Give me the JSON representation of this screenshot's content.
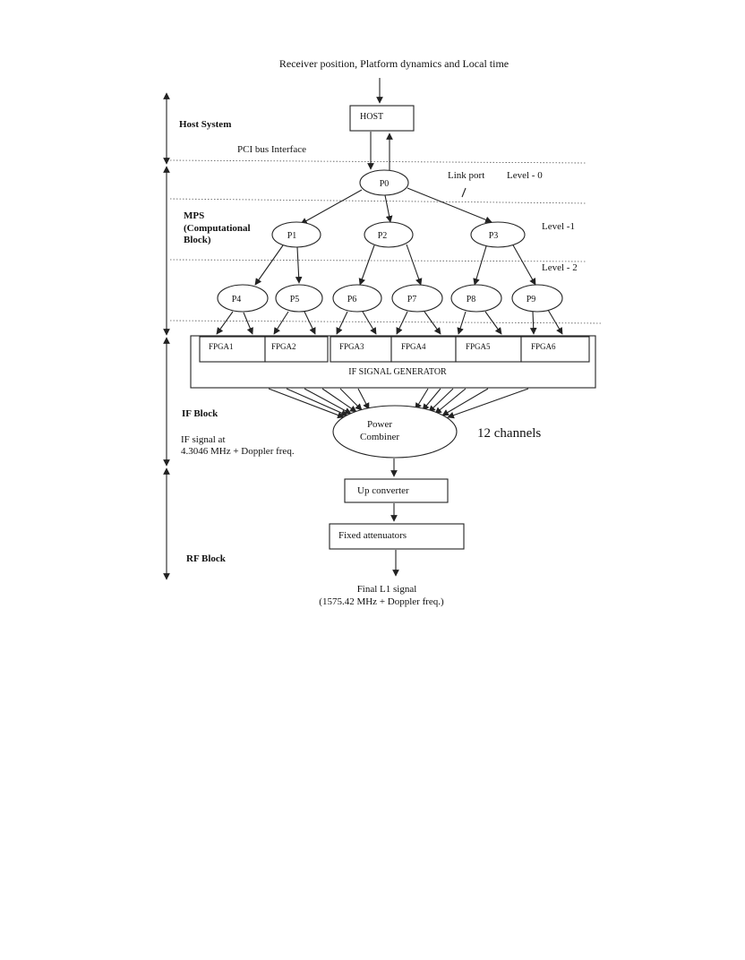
{
  "top_label": "Receiver position,  Platform dynamics  and Local time",
  "sections": {
    "host": "Host System",
    "mps_1": "MPS",
    "mps_2": "(Computational",
    "mps_3": "Block)",
    "if": "IF Block",
    "rf": "RF Block"
  },
  "notes": {
    "pci": "PCI bus Interface",
    "link_port": "Link port",
    "level0": "Level - 0",
    "level1": "Level -1",
    "level2": "Level - 2",
    "if_signal_1": "IF signal at",
    "if_signal_2": "4.3046 MHz + Doppler freq.",
    "channels": "12 channels"
  },
  "host_box": "HOST",
  "processors": {
    "p0": "P0",
    "p1": "P1",
    "p2": "P2",
    "p3": "P3",
    "p4": "P4",
    "p5": "P5",
    "p6": "P6",
    "p7": "P7",
    "p8": "P8",
    "p9": "P9"
  },
  "fpgas": [
    "FPGA1",
    "FPGA2",
    "FPGA3",
    "FPGA4",
    "FPGA5",
    "FPGA6"
  ],
  "if_generator": "IF SIGNAL GENERATOR",
  "combiner_1": "Power",
  "combiner_2": "Combiner",
  "up_converter": "Up converter",
  "attenuators": "Fixed attenuators",
  "final_1": "Final L1 signal",
  "final_2": "(1575.42 MHz + Doppler freq.)"
}
